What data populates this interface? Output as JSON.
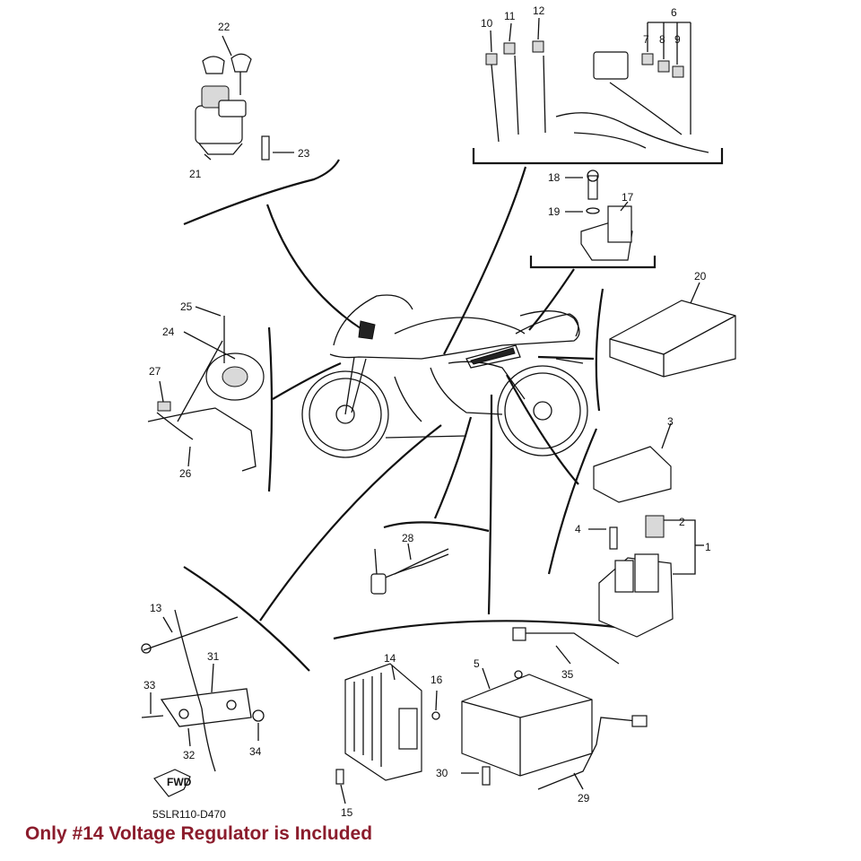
{
  "caption": "Only #14 Voltage Regulator is Included",
  "diagram_code": "5SLR110-D470",
  "fwd_label": "FWD",
  "callouts": {
    "c1": "1",
    "c2": "2",
    "c3": "3",
    "c4": "4",
    "c5": "5",
    "c6": "6",
    "c7": "7",
    "c8": "8",
    "c9": "9",
    "c10": "10",
    "c11": "11",
    "c12": "12",
    "c13": "13",
    "c14": "14",
    "c15": "15",
    "c16": "16",
    "c17": "17",
    "c18": "18",
    "c19": "19",
    "c20": "20",
    "c21": "21",
    "c22": "22",
    "c23": "23",
    "c24": "24",
    "c25": "25",
    "c26": "26",
    "c27": "27",
    "c28": "28",
    "c29": "29",
    "c30": "30",
    "c31": "31",
    "c32": "32",
    "c33": "33",
    "c34": "34",
    "c35": "35"
  },
  "colors": {
    "caption": "#8b1c2c",
    "line": "#111111"
  }
}
